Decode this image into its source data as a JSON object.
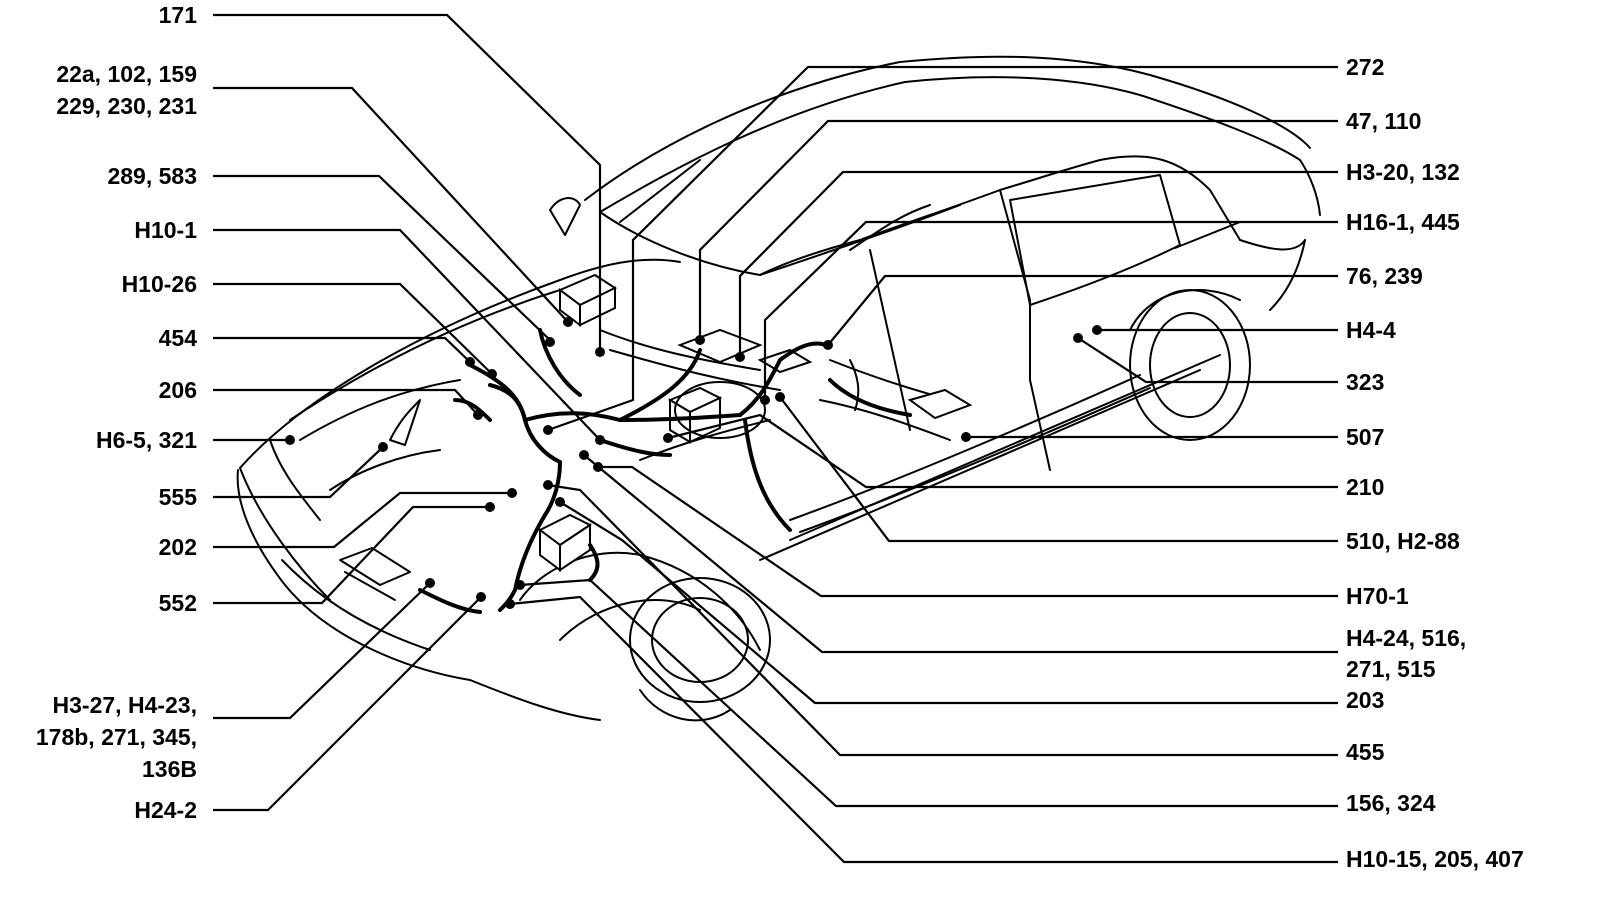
{
  "diagram": {
    "left_labels": [
      {
        "lines": [
          "171"
        ]
      },
      {
        "lines": [
          "22a, 102, 159",
          "229, 230, 231"
        ]
      },
      {
        "lines": [
          "289, 583"
        ]
      },
      {
        "lines": [
          "H10-1"
        ]
      },
      {
        "lines": [
          "H10-26"
        ]
      },
      {
        "lines": [
          "454"
        ]
      },
      {
        "lines": [
          "206"
        ]
      },
      {
        "lines": [
          "H6-5, 321"
        ]
      },
      {
        "lines": [
          "555"
        ]
      },
      {
        "lines": [
          "202"
        ]
      },
      {
        "lines": [
          "552"
        ]
      },
      {
        "lines": [
          "H3-27, H4-23,",
          "178b, 271, 345,",
          "136B"
        ]
      },
      {
        "lines": [
          "H24-2"
        ]
      }
    ],
    "right_labels": [
      {
        "lines": [
          "272"
        ]
      },
      {
        "lines": [
          "47, 110"
        ]
      },
      {
        "lines": [
          "H3-20, 132"
        ]
      },
      {
        "lines": [
          "H16-1, 445"
        ]
      },
      {
        "lines": [
          "76, 239"
        ]
      },
      {
        "lines": [
          "H4-4"
        ]
      },
      {
        "lines": [
          "323"
        ]
      },
      {
        "lines": [
          "507"
        ]
      },
      {
        "lines": [
          "210"
        ]
      },
      {
        "lines": [
          "510, H2-88"
        ]
      },
      {
        "lines": [
          "H70-1"
        ]
      },
      {
        "lines": [
          "H4-24, 516,",
          "271, 515"
        ]
      },
      {
        "lines": [
          "203"
        ]
      },
      {
        "lines": [
          "455"
        ]
      },
      {
        "lines": [
          "156, 324"
        ]
      },
      {
        "lines": [
          "H10-15, 205, 407"
        ]
      }
    ]
  }
}
